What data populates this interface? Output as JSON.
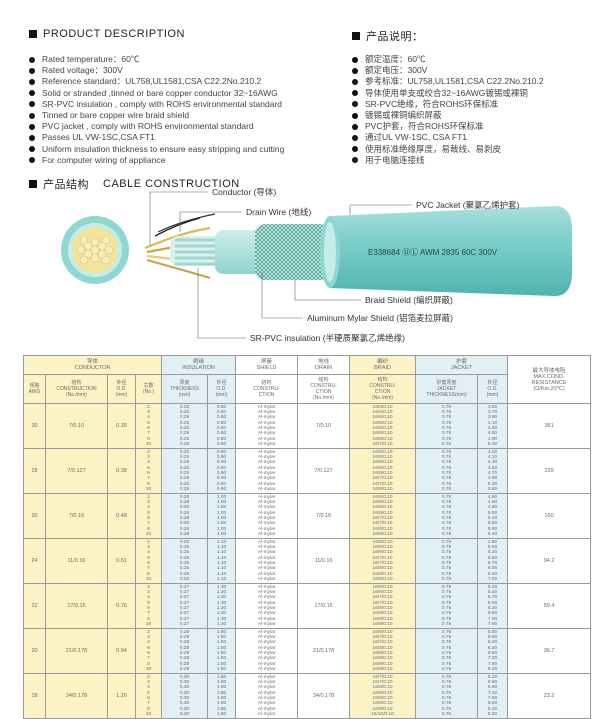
{
  "left_section": {
    "title": "PRODUCT DESCRIPTION",
    "items": [
      "Rated temperature：60℃",
      "Rated voltage：300V",
      "Reference standard：UL758,UL1581,CSA C22.2No.210.2",
      "Solid or stranded ,tinned or bare copper conductor 32~16AWG",
      "SR-PVC insulation , comply with ROHS environmental standard",
      "Tinned or bare copper wire braid shield",
      "PVC jacket , comply with ROHS environmental standard",
      "Passes UL VW-1SC,CSA FT1",
      "Uniform insulation thickness to ensure easy stripping and cutting",
      "For computer wiring of appliance"
    ]
  },
  "right_section": {
    "title": "产品说明：",
    "items": [
      "额定温度：60℃",
      "额定电压：300V",
      "参考标准：UL758,UL1581,CSA C22.2No.210.2",
      "导体使用单支或绞合32~16AWG镀锡或裸铜",
      "SR-PVC绝缘，符合ROHS环保标准",
      "镀锡或裸铜编织屏蔽",
      "PVC护套，符合ROHS环保标准",
      "通过UL VW-1SC, CSA FT1",
      "使用标准绝缘厚度，易裁线、易剥皮",
      "用于电脑连接线"
    ]
  },
  "construction": {
    "title_cn": "产品结构",
    "title_en": "CABLE CONSTRUCTION",
    "callouts": {
      "conductor": "Conductor (导体)",
      "drain": "Drain Wire (地线)",
      "jacket": "PVC Jacket (聚氯乙烯护套)",
      "braid": "Braid Shield (编织屏蔽)",
      "mylar": "Aluminum Mylar Shield (铝箔麦拉屏蔽)",
      "insulation": "SR-PVC insulation (半硬质聚氯乙烯绝缘)"
    },
    "cable_print": "E338684 ⓊⓁ AWM 2835 60C 300V"
  },
  "table": {
    "group_headers": {
      "conductor": "导体\nCONDUCTOR",
      "insulation": "绝缘\nINSULATION",
      "shield": "屏蔽\nSHIELD",
      "drain": "地线\nDRAIN",
      "braid": "编织\nBRAID",
      "jacket": "护套\nJACKET",
      "resistance": "最大导体电阻\nMAX.COND.\nRESISTANCE\n(Ω/Km,20℃)"
    },
    "sub_headers": {
      "awg": "规格\nAWG",
      "construction": "结构\nCONSTRUCTION\n(No./mm)",
      "od": "外径\nO.D.\n(mm)",
      "cores": "芯数\n(No.)",
      "ins_thick": "厚度\nTHICKNESS\n(mm)",
      "ins_od": "外径\nO.D.\n(mm)",
      "shield_cons": "结构\nCONSTRU-\nCTION",
      "drain_cons": "结构\nCONSTRU-\nCTION\n(No./mm)",
      "braid_cons": "结构\nCONSTRU-\nCTION\n(No./mm)",
      "jacket_thick": "护套厚度\nJACKET\nTHICKNESS(mm)",
      "jacket_od": "外径\nO.D.\n(mm)"
    },
    "rows": [
      {
        "awg": "30",
        "construction": "7/0.10",
        "od": "0.30",
        "cores": "2\n3\n4\n5\n6\n7\n8\n10",
        "ins_thick": "0.25\n0.25\n0.25\n0.25\n0.25\n0.25\n0.25\n0.25",
        "ins_od": "0.80\n0.80\n0.80\n0.80\n0.80\n0.80\n0.80\n0.80",
        "shield": "Al-mylar\nAl-mylar\nAl-mylar\nAl-mylar\nAl-mylar\nAl-mylar\nAl-mylar\nAl-mylar",
        "drain": "7/0.10",
        "braid": "16/4/0.10\n16/4/0.10\n16/5/0.10\n16/5/0.10\n16/5/0.10\n16/6/0.10\n16/6/0.10\n16/7/0.10",
        "jacket_thick": "0.76\n0.76\n0.76\n0.76\n0.76\n0.76\n0.76\n0.76",
        "jacket_od": "3.60\n3.70\n3.90\n4.10\n4.30\n4.50\n4.90\n5.30",
        "res": "381"
      },
      {
        "awg": "28",
        "construction": "7/0.127",
        "od": "0.38",
        "cores": "2\n3\n4\n5\n6\n7\n8\n10",
        "ins_thick": "0.25\n0.25\n0.25\n0.25\n0.25\n0.25\n0.25\n0.25",
        "ins_od": "0.90\n0.90\n0.90\n0.90\n0.90\n0.90\n0.90\n0.90",
        "shield": "Al-mylar\nAl-mylar\nAl-mylar\nAl-mylar\nAl-mylar\nAl-mylar\nAl-mylar\nAl-mylar",
        "drain": "7/0.127",
        "braid": "16/5/0.10\n16/5/0.10\n16/5/0.10\n16/6/0.10\n16/6/0.10\n16/7/0.10\n16/7/0.10\n16/8/0.10",
        "jacket_thick": "0.76\n0.76\n0.76\n0.76\n0.76\n0.76\n0.76\n0.76",
        "jacket_od": "4.00\n4.10\n4.30\n4.50\n4.70\n4.90\n5.30\n5.80",
        "res": "239"
      },
      {
        "awg": "26",
        "construction": "7/0.16",
        "od": "0.48",
        "cores": "2\n3\n4\n5\n6\n7\n8\n10",
        "ins_thick": "0.26\n0.26\n0.26\n0.26\n0.26\n0.26\n0.26\n0.26",
        "ins_od": "1.00\n1.00\n1.00\n1.00\n1.00\n1.00\n1.00\n1.00",
        "shield": "Al-mylar\nAl-mylar\nAl-mylar\nAl-mylar\nAl-mylar\nAl-mylar\nAl-mylar\nAl-mylar",
        "drain": "7/0.16",
        "braid": "16/5/0.10\n16/5/0.10\n16/6/0.10\n16/6/0.10\n16/7/0.10\n16/7/0.10\n16/8/0.10\n16/8/0.10",
        "jacket_thick": "0.76\n0.76\n0.76\n0.76\n0.76\n0.76\n0.76\n0.76",
        "jacket_od": "4.50\n4.60\n4.80\n5.00\n5.20\n5.50\n5.90\n6.40",
        "res": "150"
      },
      {
        "awg": "24",
        "construction": "11/0.16",
        "od": "0.61",
        "cores": "2\n3\n4\n5\n6\n7\n8\n10",
        "ins_thick": "0.25\n0.25\n0.25\n0.25\n0.25\n0.25\n0.25\n0.25",
        "ins_od": "1.10\n1.10\n1.10\n1.10\n1.10\n1.10\n1.10\n1.10",
        "shield": "Al-mylar\nAl-mylar\nAl-mylar\nAl-mylar\nAl-mylar\nAl-mylar\nAl-mylar\nAl-mylar",
        "drain": "11/0.16",
        "braid": "16/5/0.10\n16/6/0.10\n16/6/0.10\n16/7/0.10\n16/7/0.10\n16/8/0.10\n16/8/0.10\n16/8/0.10",
        "jacket_thick": "0.76\n0.76\n0.76\n0.76\n0.76\n0.76\n0.76\n0.76",
        "jacket_od": "4.80\n5.00\n5.20\n5.50\n5.70\n6.00\n6.40\n7.00",
        "res": "94.2"
      },
      {
        "awg": "22",
        "construction": "17/0.16",
        "od": "0.76",
        "cores": "2\n3\n4\n5\n6\n7\n8\n10",
        "ins_thick": "0.27\n0.27\n0.27\n0.27\n0.27\n0.27\n0.27\n0.27",
        "ins_od": "1.30\n1.30\n1.30\n1.30\n1.30\n1.30\n1.30\n1.30",
        "shield": "Al-mylar\nAl-mylar\nAl-mylar\nAl-mylar\nAl-mylar\nAl-mylar\nAl-mylar\nAl-mylar",
        "drain": "17/0.16",
        "braid": "16/6/0.10\n16/6/0.10\n16/7/0.10\n16/7/0.10\n16/8/0.10\n16/8/0.10\n16/8/0.10\n16/9/0.10",
        "jacket_thick": "0.76\n0.76\n0.76\n0.76\n0.76\n0.76\n0.76\n0.76",
        "jacket_od": "5.20\n5.40\n5.70\n6.00\n6.30\n6.60\n7.00\n7.60",
        "res": "59.4"
      },
      {
        "awg": "20",
        "construction": "21/0.178",
        "od": "0.94",
        "cores": "2\n3\n4\n5\n6\n7\n8\n10",
        "ins_thick": "0.28\n0.28\n0.28\n0.28\n0.28\n0.28\n0.28\n0.28",
        "ins_od": "1.50\n1.50\n1.50\n1.50\n1.50\n1.50\n1.50\n1.50",
        "shield": "Al-mylar\nAl-mylar\nAl-mylar\nAl-mylar\nAl-mylar\nAl-mylar\nAl-mylar\nAl-mylar",
        "drain": "21/0.178",
        "braid": "16/6/0.10\n16/7/0.10\n16/7/0.10\n16/8/0.10\n16/8/0.10\n16/8/0.10\n16/9/0.10\n16/9/0.10",
        "jacket_thick": "0.76\n0.76\n0.76\n0.76\n0.76\n0.76\n0.76\n0.76",
        "jacket_od": "5.60\n5.90\n6.20\n6.40\n6.80\n7.20\n7.60\n8.20",
        "res": "36.7"
      },
      {
        "awg": "18",
        "construction": "34/0.178",
        "od": "1.20",
        "cores": "2\n3\n4\n5\n6\n7\n8\n10",
        "ins_thick": "0.30\n0.30\n0.30\n0.30\n0.30\n0.30\n0.30\n0.30",
        "ins_od": "1.80\n1.80\n1.80\n1.80\n1.80\n1.80\n1.80\n1.80",
        "shield": "Al-mylar\nAl-mylar\nAl-mylar\nAl-mylar\nAl-mylar\nAl-mylar\nAl-mylar\nAl-mylar",
        "drain": "34/0.178",
        "braid": "16/7/0.10\n16/7/0.10\n16/8/0.10\n16/8/0.10\n16/8/0.10\n16/9/0.10\n16/9/0.10\n16/10/0.10",
        "jacket_thick": "0.76\n0.76\n0.76\n0.76\n0.76\n0.76\n0.76\n0.76",
        "jacket_od": "6.20\n6.50\n6.80\n7.10\n7.50\n8.00\n8.40\n9.20",
        "res": "23.2"
      }
    ]
  },
  "colors": {
    "cable_teal": "#7fd0cc",
    "yellow_cell": "#fbf3c6",
    "blue_cell": "#e2f0f6"
  }
}
